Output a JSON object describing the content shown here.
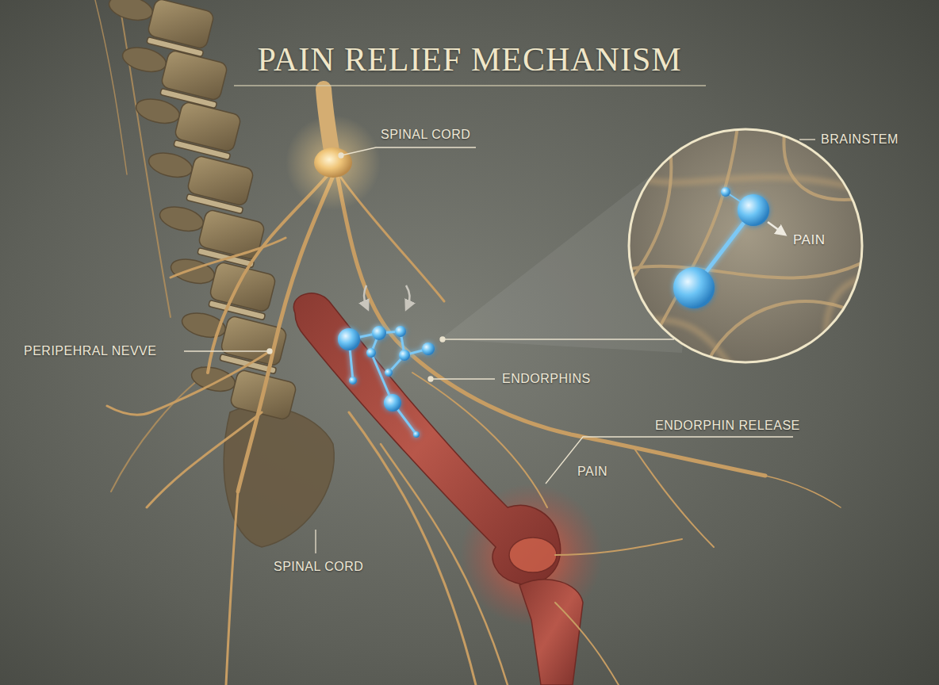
{
  "diagram": {
    "title": "PAIN RELIEF MECHANISM",
    "nodes": [
      {
        "text": [
          "PAIN"
        ]
      }
    ],
    "labels": [
      "SPINAL CORD",
      "BRAINSTEM",
      "PERIPEHRAL NEVVE",
      "ENDORPHINS",
      "ENDORPHIN RELEASE",
      "PAIN",
      "SPINAL CORD"
    ]
  }
}
